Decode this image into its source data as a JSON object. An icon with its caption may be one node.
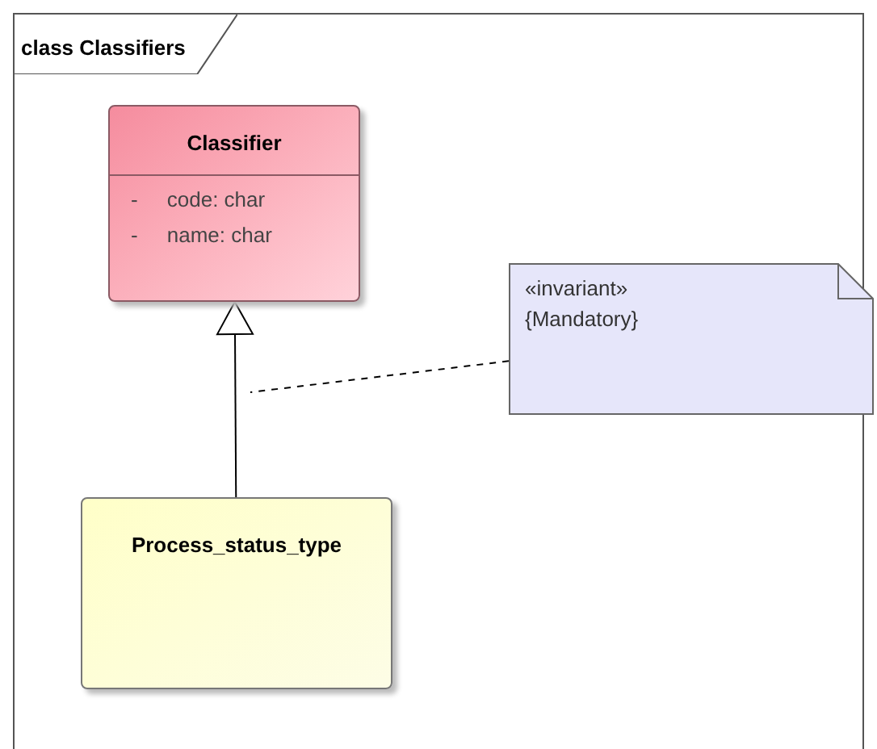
{
  "diagram": {
    "nodes": [
      {
        "text": [
          "class Classifiers"
        ]
      },
      {
        "text": [
          "Classifier",
          "- code: char",
          "- name: char"
        ],
        "in": 0
      },
      {
        "text": [
          "«invariant» {Mandatory}"
        ],
        "in": 0
      },
      {
        "text": [
          "Process_status_type"
        ],
        "in": 0
      }
    ],
    "edges": [
      {
        "from": 3,
        "to": 1,
        "arrow": "to"
      },
      {
        "from": 2,
        "to": null,
        "arrow": "none",
        "style": "dashed"
      }
    ]
  }
}
